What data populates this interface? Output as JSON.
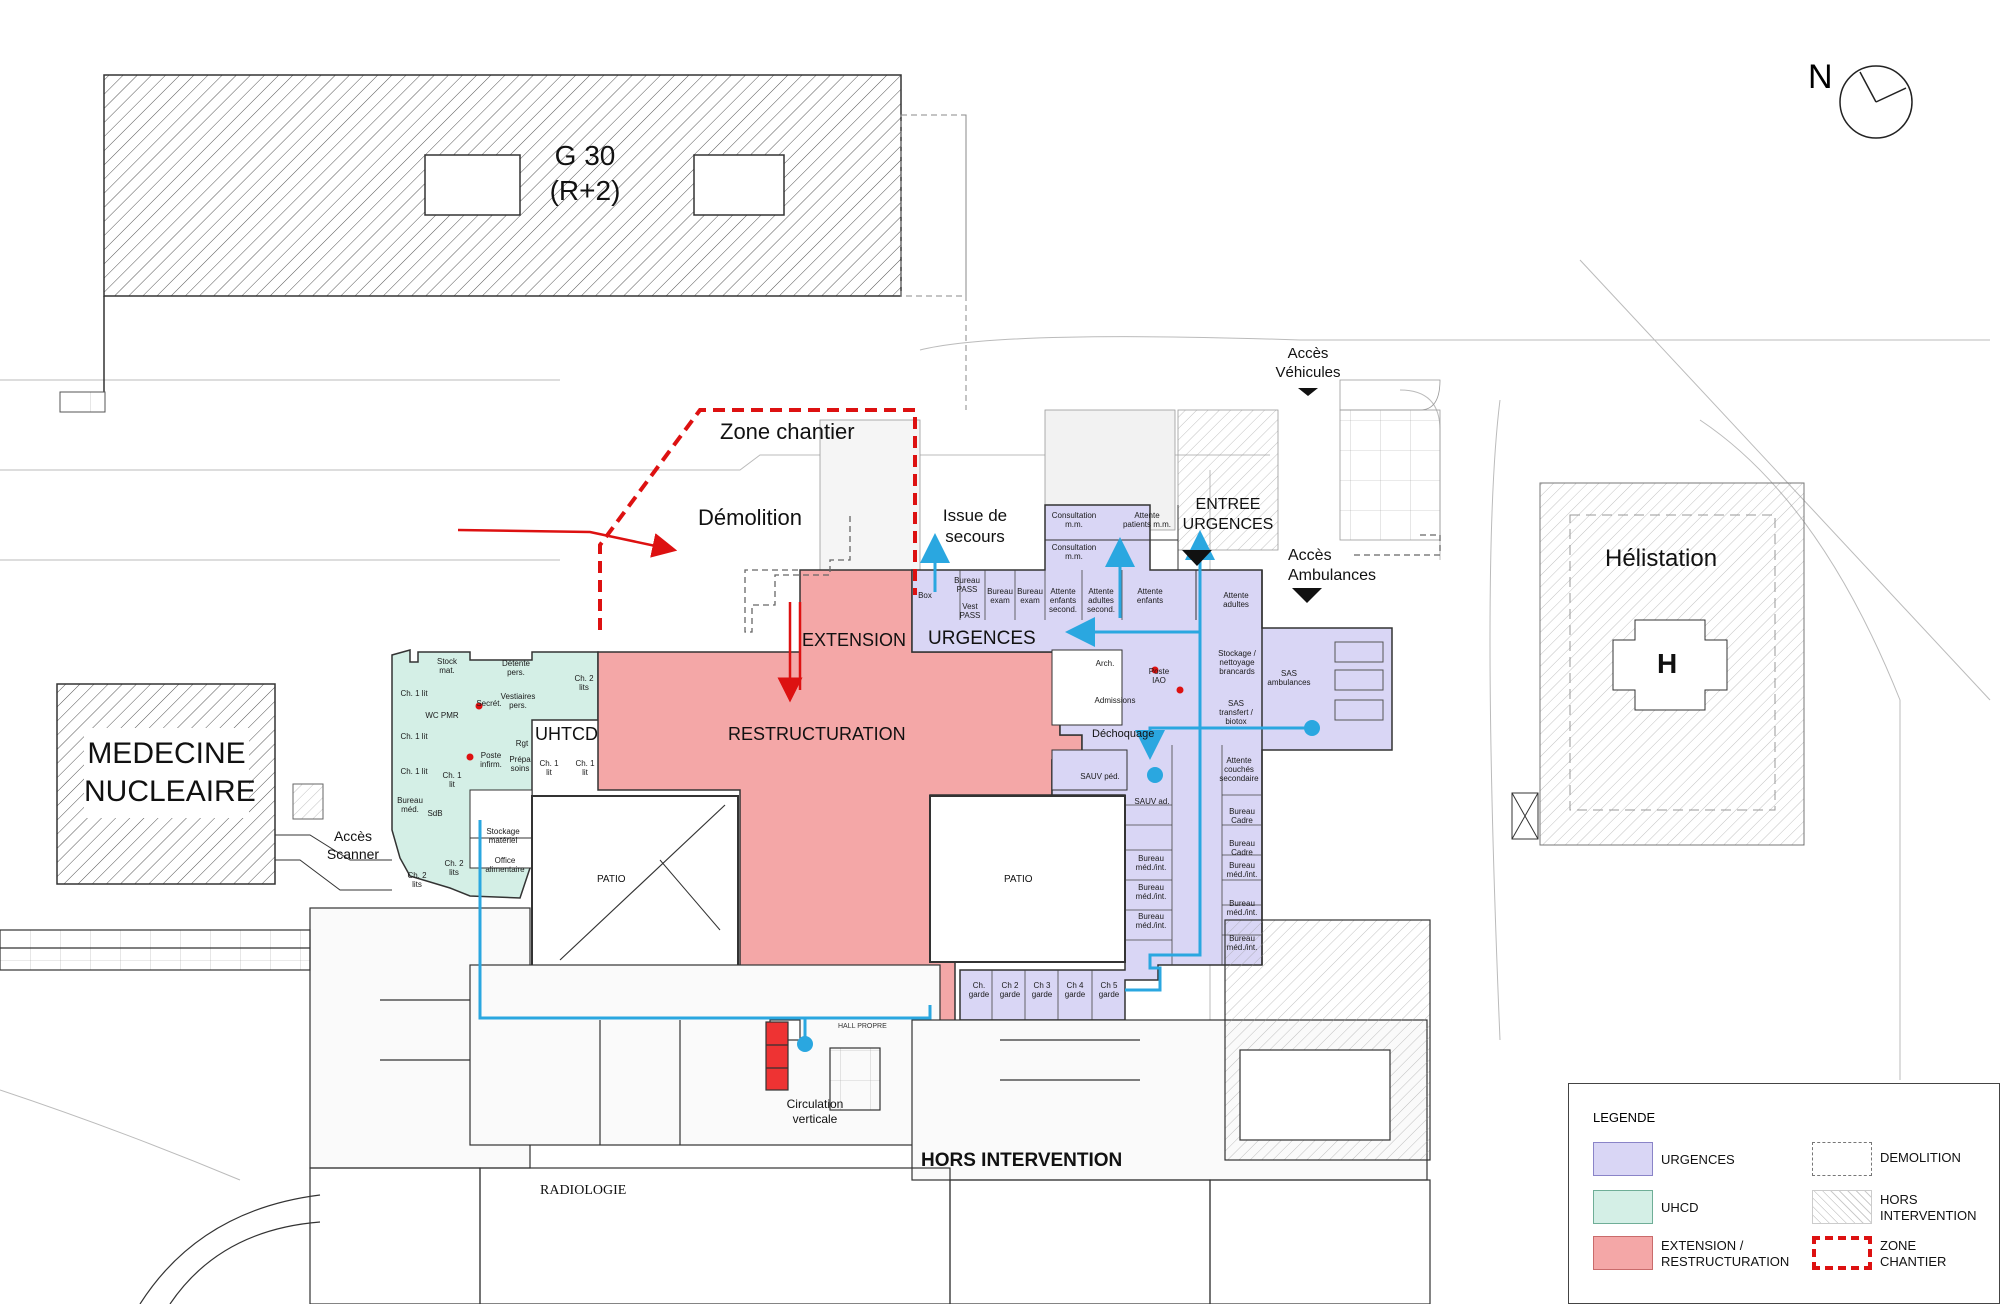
{
  "plan": {
    "north_label": "N",
    "buildings": {
      "g30": {
        "name": "G 30",
        "floors": "(R+2)"
      },
      "medecine_nucleaire": {
        "line1": "MEDECINE",
        "line2": "NUCLEAIRE"
      },
      "helistation": {
        "name": "Hélistation",
        "pad_letter": "H"
      }
    },
    "annotations": {
      "zone_chantier": "Zone chantier",
      "demolition": "Démolition",
      "issue_secours_1": "Issue de",
      "issue_secours_2": "secours",
      "entree_urgences_1": "ENTREE",
      "entree_urgences_2": "URGENCES",
      "acces_ambulances_1": "Accès",
      "acces_ambulances_2": "Ambulances",
      "acces_vehicules_1": "Accès",
      "acces_vehicules_2": "Véhicules",
      "acces_scanner_1": "Accès",
      "acces_scanner_2": "Scanner",
      "extension": "EXTENSION",
      "urgences": "URGENCES",
      "restructuration": "RESTRUCTURATION",
      "uhtcd": "UHTCD",
      "patio": "PATIO",
      "hors_intervention": "HORS INTERVENTION",
      "radiologie": "RADIOLOGIE",
      "circulation_1": "Circulation",
      "circulation_2": "verticale",
      "dechoquage": "Déchoquage",
      "hall_proprie": "HALL PROPRE"
    },
    "urgences_rooms": [
      "Consultation m.m.",
      "Consultation m.m.",
      "Attente patients m.m.",
      "Box",
      "Bureau PASS",
      "Vest PASS",
      "Bureau exam",
      "Bureau exam",
      "Attente enfants second.",
      "Attente adultes second.",
      "Attente enfants",
      "Attente adultes",
      "Stockage / nettoyage brancards",
      "SAS ambulances",
      "SAS transfert / biotox",
      "Arch.",
      "Admissions",
      "Poste IAO",
      "SAUV péd.",
      "SAUV ad.",
      "Attente couchés secondaire",
      "Bureau Cadre",
      "Bureau Cadre",
      "Bureau méd./int.",
      "Bureau méd./int.",
      "Bureau méd./int.",
      "Bureau méd./int.",
      "Bureau méd./int.",
      "Bureau méd./int.",
      "Ch. garde",
      "Ch 2 garde",
      "Ch 3 garde",
      "Ch 4 garde",
      "Ch 5 garde"
    ],
    "uhcd_rooms": [
      "Stock mat.",
      "Détente pers.",
      "Ch. 1 lit",
      "Vestiaires pers.",
      "Ch. 2 lits",
      "Secrét.",
      "WC PMR",
      "Ch. 1 lit",
      "Poste infirm.",
      "Rgt",
      "Prépa soins",
      "Ch. 1 lit",
      "Ch. 1 lit",
      "Ch. 1 lit",
      "Bureau méd.",
      "SdB",
      "Ch. 1 lit",
      "Ch. 2 lits",
      "Stockage matériel",
      "Office alimentaire",
      "Ch. 2 lits"
    ]
  },
  "legend": {
    "title": "LEGENDE",
    "items": [
      {
        "label_1": "URGENCES",
        "label_2": "",
        "fill": "#d9d6f5",
        "stroke": "#8a84c8"
      },
      {
        "label_1": "UHCD",
        "label_2": "",
        "fill": "#d4efe6",
        "stroke": "#6fae97"
      },
      {
        "label_1": "EXTENSION /",
        "label_2": "RESTRUCTURATION",
        "fill": "#f4a7a7",
        "stroke": "#c96b6b"
      },
      {
        "label_1": "DEMOLITION",
        "label_2": "",
        "fill": "#ffffff",
        "stroke": "#777777"
      },
      {
        "label_1": "HORS",
        "label_2": "INTERVENTION",
        "fill": "#ffffff",
        "stroke": "#bbbbbb"
      },
      {
        "label_1": "ZONE",
        "label_2": "CHANTIER",
        "fill": "#ffffff",
        "stroke": "#dd1111"
      }
    ]
  },
  "colors": {
    "urgences": "#d9d6f5",
    "uhcd": "#d4efe6",
    "extension": "#f4a7a7",
    "flow_arrow": "#2aa7e0",
    "chantier": "#dd1111"
  }
}
